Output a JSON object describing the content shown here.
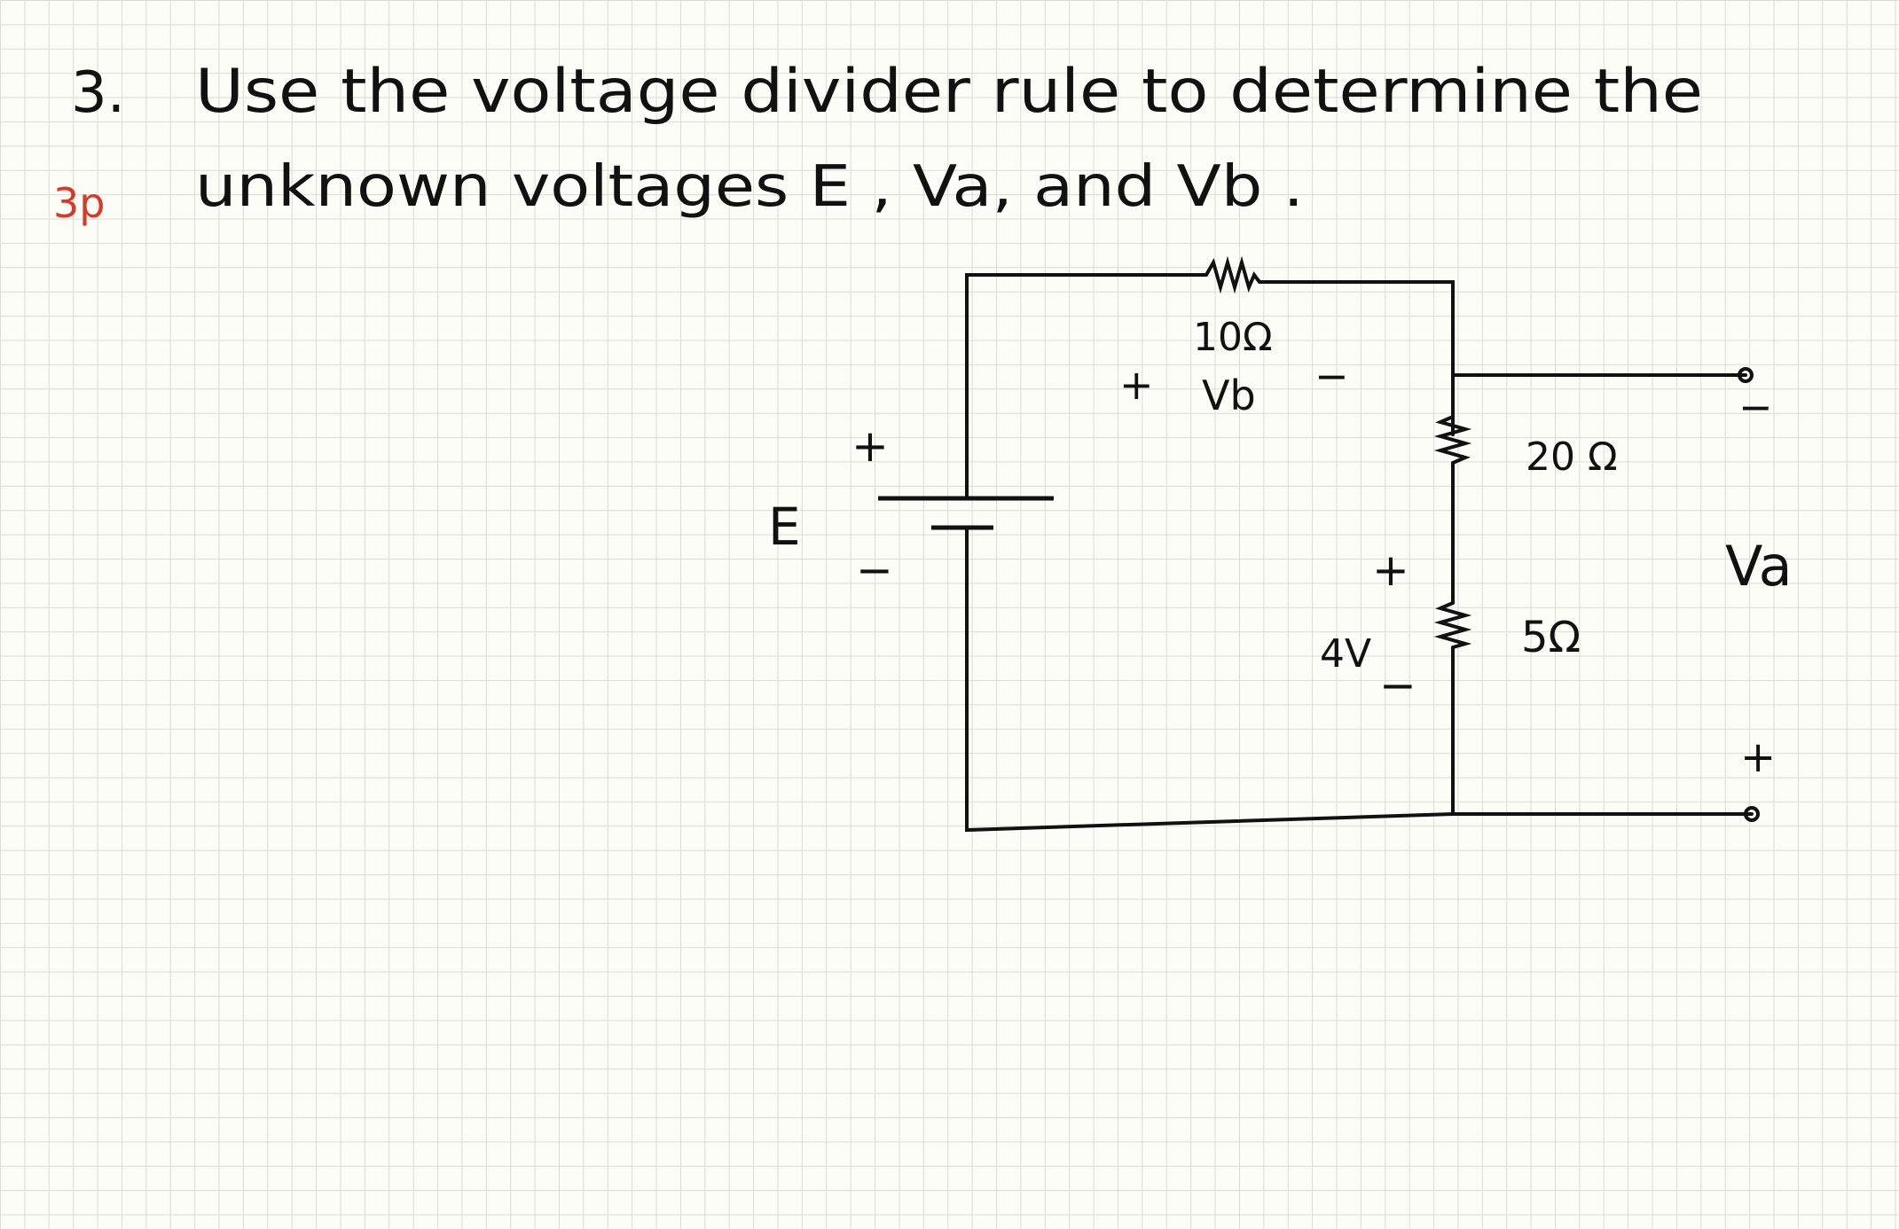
{
  "problem": {
    "number": "3.",
    "points": "3p",
    "line1": "Use the voltage divider rule to determine the",
    "line2": "unknown voltages E , Va, and Vb ."
  },
  "circuit": {
    "source": {
      "label": "E",
      "plus": "+",
      "minus": "−"
    },
    "resistor_top": {
      "value": "10Ω",
      "voltage_label": "Vb",
      "plus": "+",
      "minus": "−"
    },
    "resistor_right_upper": {
      "value": "20 Ω"
    },
    "resistor_right_lower": {
      "value": "5Ω",
      "voltage": "4V",
      "plus": "+",
      "minus": "−"
    },
    "output": {
      "label": "Va",
      "top_sign": "−",
      "bottom_sign": "+"
    }
  },
  "colors": {
    "ink": "#111111",
    "points": "#d63a2a",
    "grid": "#dcdcd4",
    "paper": "#fdfdf8"
  }
}
